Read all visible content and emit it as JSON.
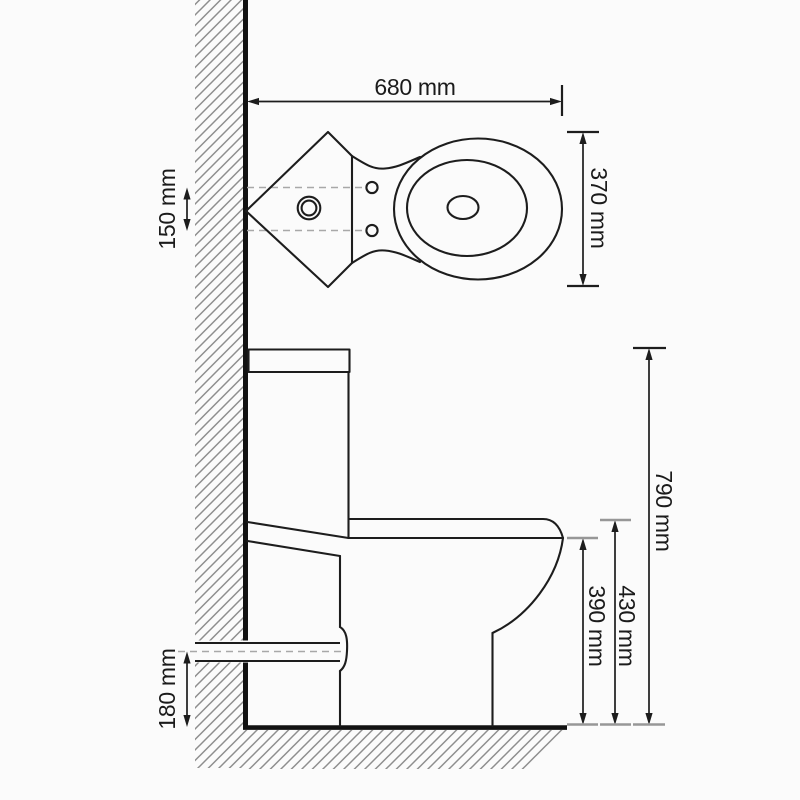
{
  "diagram": {
    "subject": "corner toilet technical dimension drawing, top view and side view",
    "dimensions": {
      "overall_depth": {
        "label": "680 mm"
      },
      "bowl_width": {
        "label": "370 mm"
      },
      "inlet_spacing": {
        "label": "150 mm"
      },
      "overall_height": {
        "label": "790 mm"
      },
      "seat_height": {
        "label": "430 mm"
      },
      "rim_height": {
        "label": "390 mm"
      },
      "outlet_height": {
        "label": "180 mm"
      }
    },
    "colors": {
      "background": "#fbfbfb",
      "line": "#1d1d1d",
      "hatch": "#8e8e8e",
      "dashed": "#a8a8a8",
      "reference_tick": "#979797"
    }
  }
}
